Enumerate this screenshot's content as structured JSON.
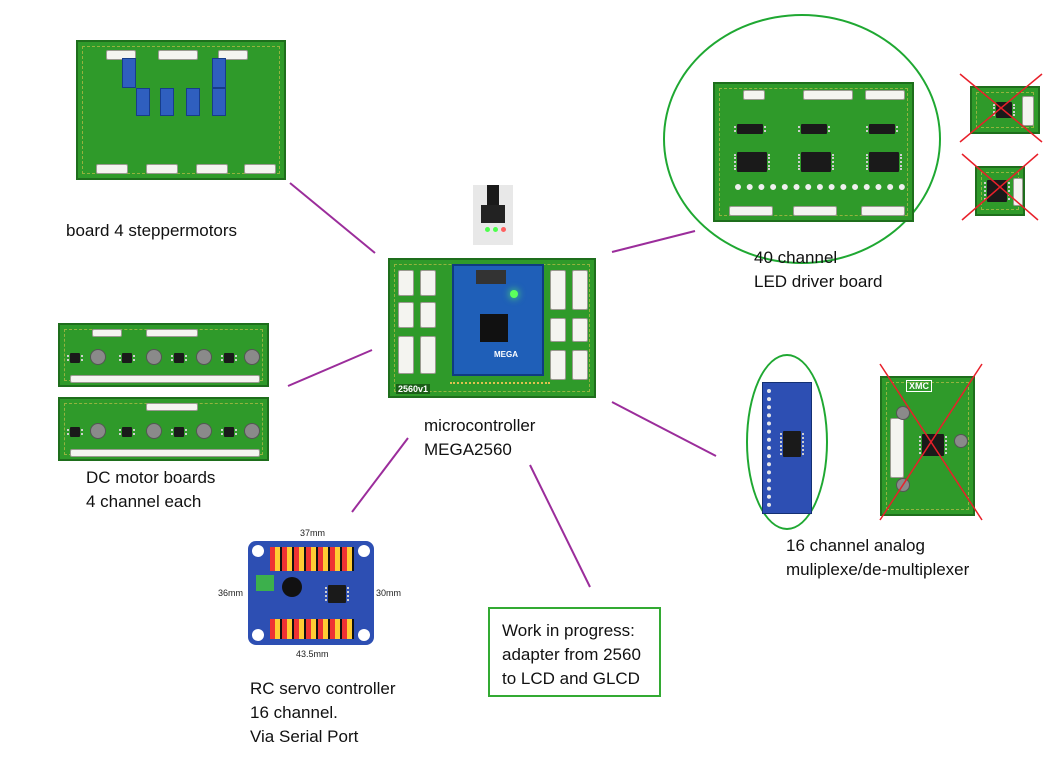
{
  "labels": {
    "stepper": "board 4 steppermotors",
    "dc_line1": "DC motor boards",
    "dc_line2": "4 channel each",
    "servo_line1": "RC servo controller",
    "servo_line2": "16 channel.",
    "servo_line3": "Via Serial Port",
    "micro_line1": "microcontroller",
    "micro_line2": "MEGA2560",
    "led_line1": "40 channel",
    "led_line2": "LED driver board",
    "mux_line1": "16 channel analog",
    "mux_line2": "muliplexe/de-multiplexer"
  },
  "wip": {
    "line1": "Work in progress:",
    "line2": "adapter from 2560",
    "line3": "to LCD and GLCD"
  },
  "servo_dims": {
    "top": "37mm",
    "left": "36mm",
    "right": "30mm",
    "bottom": "43.5mm"
  },
  "board_marks": {
    "mega_tag": "2560v1",
    "mega_chip": "MEGA",
    "mux_chip": "XMC"
  },
  "colors": {
    "connector_line": "#9b2d9b",
    "highlight_oval": "#1fa832",
    "reject_cross": "#e8202a",
    "pcb_green": "#2f9a2a",
    "servo_blue": "#2d4fb3"
  }
}
